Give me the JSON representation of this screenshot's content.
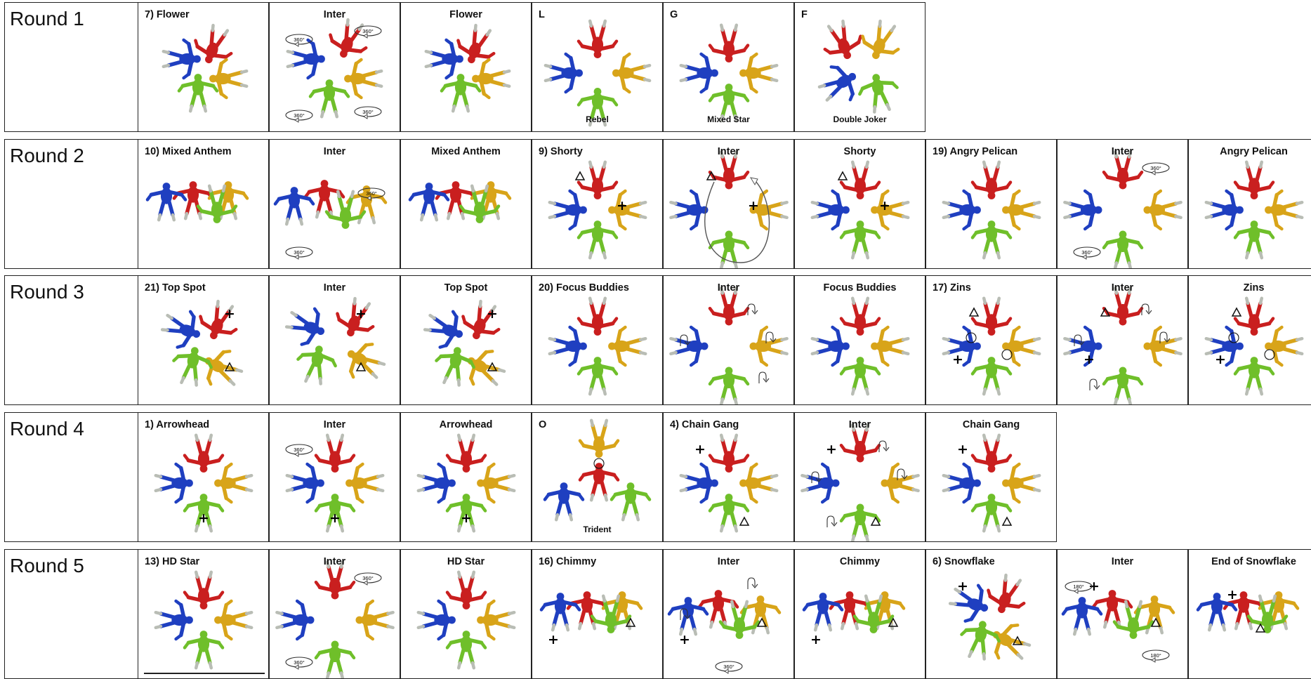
{
  "colors": {
    "blue": "#1f3fc0",
    "red": "#c91f1f",
    "gold": "#d8a419",
    "green": "#6fbf2a",
    "grey": "#b9bdb5",
    "skyblue": "#8fd0e8",
    "pink": "#e59aa6"
  },
  "rounds": [
    {
      "label": "Round 1",
      "cells": [
        {
          "title": "7) Flower",
          "caption": "",
          "align": "left",
          "layout": "flower",
          "marks": []
        },
        {
          "title": "Inter",
          "caption": "",
          "align": "center",
          "layout": "flower-split",
          "marks": [
            "rot360-tl",
            "rot360-tr",
            "rot360-bl",
            "rot360-br"
          ]
        },
        {
          "title": "Flower",
          "caption": "",
          "align": "center",
          "layout": "flower",
          "marks": []
        },
        {
          "title": "L",
          "caption": "Rebel",
          "align": "left",
          "layout": "ring-open",
          "marks": []
        },
        {
          "title": "G",
          "caption": "Mixed Star",
          "align": "left",
          "layout": "ring",
          "marks": []
        },
        {
          "title": "F",
          "caption": "Double Joker",
          "align": "left",
          "layout": "pairs",
          "marks": []
        }
      ]
    },
    {
      "label": "Round 2",
      "cells": [
        {
          "title": "10) Mixed Anthem",
          "caption": "",
          "align": "left",
          "layout": "line",
          "marks": []
        },
        {
          "title": "Inter",
          "caption": "",
          "align": "center",
          "layout": "line-split",
          "marks": [
            "rot360-r",
            "rot360-bl"
          ]
        },
        {
          "title": "Mixed Anthem",
          "caption": "",
          "align": "center",
          "layout": "line",
          "marks": []
        },
        {
          "title": "9) Shorty",
          "caption": "",
          "align": "left",
          "layout": "ring",
          "marks": [
            "tri-top",
            "plus-right"
          ]
        },
        {
          "title": "Inter",
          "caption": "",
          "align": "center",
          "layout": "ring-split",
          "marks": [
            "tri-top",
            "plus-right",
            "big-loop"
          ]
        },
        {
          "title": "Shorty",
          "caption": "",
          "align": "center",
          "layout": "ring",
          "marks": [
            "tri-top",
            "plus-right"
          ]
        },
        {
          "title": "19) Angry Pelican",
          "caption": "",
          "align": "left",
          "layout": "ring",
          "marks": []
        },
        {
          "title": "Inter",
          "caption": "",
          "align": "center",
          "layout": "ring-split",
          "marks": [
            "rot360-tr",
            "rot360-bl"
          ]
        },
        {
          "title": "Angry Pelican",
          "caption": "",
          "align": "center",
          "layout": "ring",
          "marks": []
        }
      ]
    },
    {
      "label": "Round 3",
      "cells": [
        {
          "title": "21) Top Spot",
          "caption": "",
          "align": "left",
          "layout": "cluster",
          "marks": [
            "plus-tr",
            "tri-br"
          ]
        },
        {
          "title": "Inter",
          "caption": "",
          "align": "center",
          "layout": "cluster-split",
          "marks": [
            "plus-tr",
            "tri-br"
          ]
        },
        {
          "title": "Top Spot",
          "caption": "",
          "align": "center",
          "layout": "cluster",
          "marks": [
            "plus-tr",
            "tri-br"
          ]
        },
        {
          "title": "20)  Focus Buddies",
          "caption": "",
          "align": "left",
          "layout": "ring",
          "marks": []
        },
        {
          "title": "Inter",
          "caption": "",
          "align": "center",
          "layout": "ring-split",
          "marks": [
            "turn-r",
            "turn-l",
            "turn-br",
            "turn-tr"
          ]
        },
        {
          "title": "Focus Buddies",
          "caption": "",
          "align": "center",
          "layout": "ring",
          "marks": []
        },
        {
          "title": "17) Zins",
          "caption": "",
          "align": "left",
          "layout": "ring",
          "marks": [
            "tri-top",
            "plus-left",
            "circle-l",
            "circle-r"
          ]
        },
        {
          "title": "Inter",
          "caption": "",
          "align": "center",
          "layout": "ring-split",
          "marks": [
            "tri-top",
            "plus-left",
            "turn-r",
            "turn-l",
            "turn-bl",
            "turn-tr"
          ]
        },
        {
          "title": "Zins",
          "caption": "",
          "align": "center",
          "layout": "ring",
          "marks": [
            "tri-top",
            "plus-left",
            "circle-l",
            "circle-r"
          ]
        }
      ]
    },
    {
      "label": "Round 4",
      "cells": [
        {
          "title": "1) Arrowhead",
          "caption": "",
          "align": "left",
          "layout": "ring",
          "marks": [
            "plus-bottom"
          ]
        },
        {
          "title": "Inter",
          "caption": "",
          "align": "center",
          "layout": "ring",
          "marks": [
            "plus-bottom",
            "rot360-tl"
          ]
        },
        {
          "title": "Arrowhead",
          "caption": "",
          "align": "center",
          "layout": "ring",
          "marks": [
            "plus-bottom"
          ]
        },
        {
          "title": "O",
          "caption": "Trident",
          "align": "left",
          "layout": "trident",
          "marks": [
            "circle-top"
          ]
        },
        {
          "title": "4) Chain Gang",
          "caption": "",
          "align": "left",
          "layout": "ring",
          "marks": [
            "plus-tl",
            "tri-bottom"
          ]
        },
        {
          "title": "Inter",
          "caption": "",
          "align": "center",
          "layout": "ring-split",
          "marks": [
            "plus-tl",
            "tri-bottom",
            "turn-r",
            "turn-l",
            "turn-bl",
            "turn-tr"
          ]
        },
        {
          "title": "Chain Gang",
          "caption": "",
          "align": "center",
          "layout": "ring",
          "marks": [
            "plus-tl",
            "tri-bottom"
          ]
        }
      ]
    },
    {
      "label": "Round 5",
      "cells": [
        {
          "title": "13) HD Star",
          "caption": "",
          "align": "left",
          "layout": "ring",
          "marks": []
        },
        {
          "title": "Inter",
          "caption": "",
          "align": "center",
          "layout": "ring-split",
          "marks": [
            "rot360-tr",
            "rot360-bl"
          ]
        },
        {
          "title": "HD Star",
          "caption": "",
          "align": "center",
          "layout": "ring",
          "marks": []
        },
        {
          "title": "16) Chimmy",
          "caption": "",
          "align": "left",
          "layout": "line",
          "marks": [
            "plus-bl",
            "tri-right"
          ]
        },
        {
          "title": "Inter",
          "caption": "",
          "align": "center",
          "layout": "line-split",
          "marks": [
            "plus-bl",
            "tri-right",
            "turn-l",
            "turn-tr",
            "rot360-bottom"
          ]
        },
        {
          "title": "Chimmy",
          "caption": "",
          "align": "center",
          "layout": "line",
          "marks": [
            "plus-bl",
            "tri-right"
          ]
        },
        {
          "title": "6) Snowflake",
          "caption": "",
          "align": "left",
          "layout": "cluster",
          "marks": [
            "plus-tl",
            "tri-br"
          ]
        },
        {
          "title": "Inter",
          "caption": "",
          "align": "center",
          "layout": "line-split",
          "marks": [
            "plus-tl",
            "tri-right",
            "rot180-tl",
            "rot180-br"
          ]
        },
        {
          "title": "End of Snowflake",
          "caption": "",
          "align": "center",
          "layout": "line",
          "marks": [
            "plus-top",
            "tri-mid"
          ]
        }
      ]
    }
  ]
}
